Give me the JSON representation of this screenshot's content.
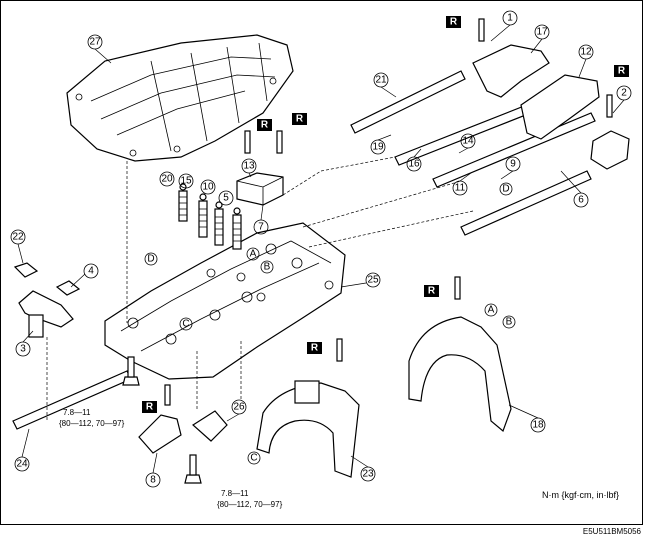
{
  "diagram": {
    "callouts": {
      "p1": "1",
      "p2": "2",
      "p3": "3",
      "p4": "4",
      "p5": "5",
      "p6": "6",
      "p7": "7",
      "p8": "8",
      "p9": "9",
      "p10": "10",
      "p11": "11",
      "p12": "12",
      "p13": "13",
      "p14": "14",
      "p15": "15",
      "p16": "16",
      "p17": "17",
      "p18": "18",
      "p19": "19",
      "p20": "20",
      "p21": "21",
      "p22": "22",
      "p23": "23",
      "p24": "24",
      "p25": "25",
      "p26": "26",
      "p27": "27"
    },
    "reference_letters": {
      "a": "A",
      "b": "B",
      "c": "C",
      "d": "D"
    },
    "replace_marker": "R",
    "torque_specs": {
      "upper": {
        "line1": "7.8—11",
        "line2": "{80—112, 70—97}"
      },
      "lower": {
        "line1": "7.8—11",
        "line2": "{80—112, 70—97}"
      }
    },
    "units_note": "N·m {kgf·cm, in·lbf}",
    "figure_code": "E5U511BM5056"
  }
}
